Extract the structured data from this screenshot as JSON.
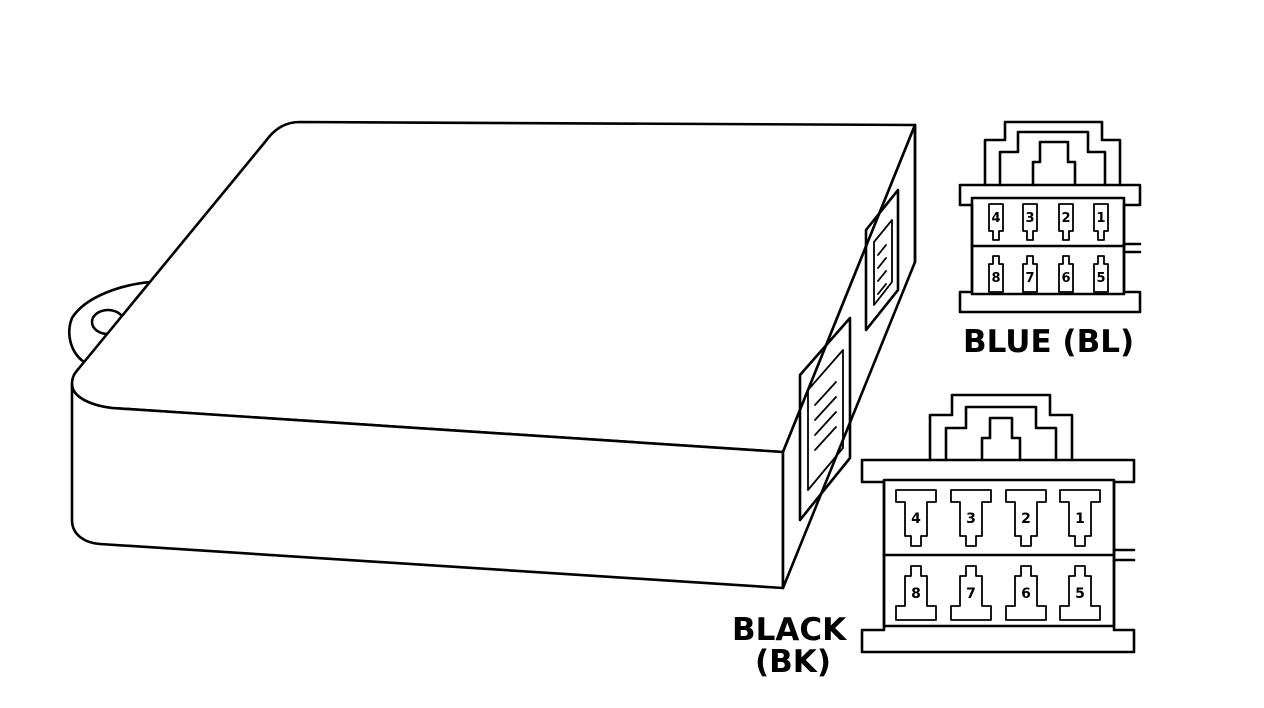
{
  "blue_connector": {
    "label": "BLUE (BL)",
    "pins_top": [
      "4",
      "3",
      "2",
      "1"
    ],
    "pins_bottom": [
      "8",
      "7",
      "6",
      "5"
    ]
  },
  "black_connector": {
    "label_line1": "BLACK",
    "label_line2": "(BK)",
    "pins_top": [
      "4",
      "3",
      "2",
      "1"
    ],
    "pins_bottom": [
      "8",
      "7",
      "6",
      "5"
    ]
  }
}
